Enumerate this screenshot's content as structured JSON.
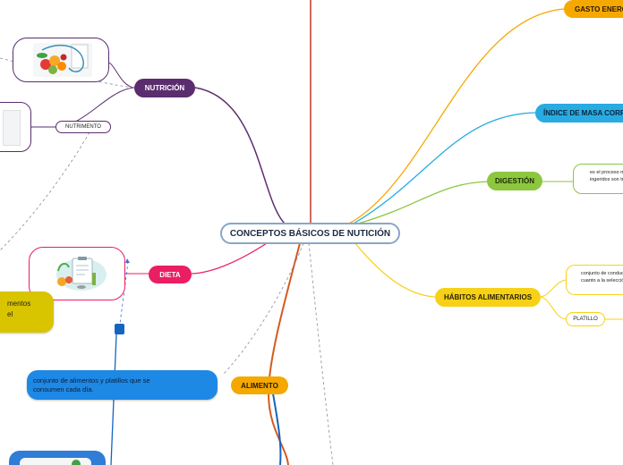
{
  "central": "CONCEPTOS BÁSICOS DE NUTICIÓN",
  "nodes": {
    "gasto": "GASTO ENERGÉTICO",
    "imc": "ÍNDICE DE MASA CORPORAL",
    "digestion": "DIGESTIÓN",
    "habitos": "HÁBITOS ALIMENTARIOS",
    "platillo": "PLATILLO",
    "nutricion": "NUTRICIÓN",
    "nutrimento": "NUTRIMENTO",
    "dieta": "DIETA",
    "alimento": "ALIMENTO"
  },
  "notes": {
    "digestion": "es el proceso mediante el cual los alimentos previamente ingeridos son transformados y absorbidas.",
    "habitos": "conjunto de conductas adquiridas por la repetición de actos en cuanto a la selección y el consumo de alimentos",
    "dieta_def": "conjunto de alimentos y platillos que se consumen cada día.",
    "yellow_partial": "... conjunto de alimentos ... el"
  },
  "colors": {
    "nutricion": "#5b2d6e",
    "gasto": "#f5a800",
    "imc": "#29abe2",
    "digestion": "#8dc63f",
    "habitos": "#f7d117",
    "dieta": "#e91e63",
    "alimento": "#f5a800",
    "orange_line": "#d45a1f",
    "blue_line": "#1565c0"
  },
  "icons": [
    "fruit-vegetables-stethoscope-icon",
    "clipboard-food-icon",
    "small-image-icon"
  ]
}
